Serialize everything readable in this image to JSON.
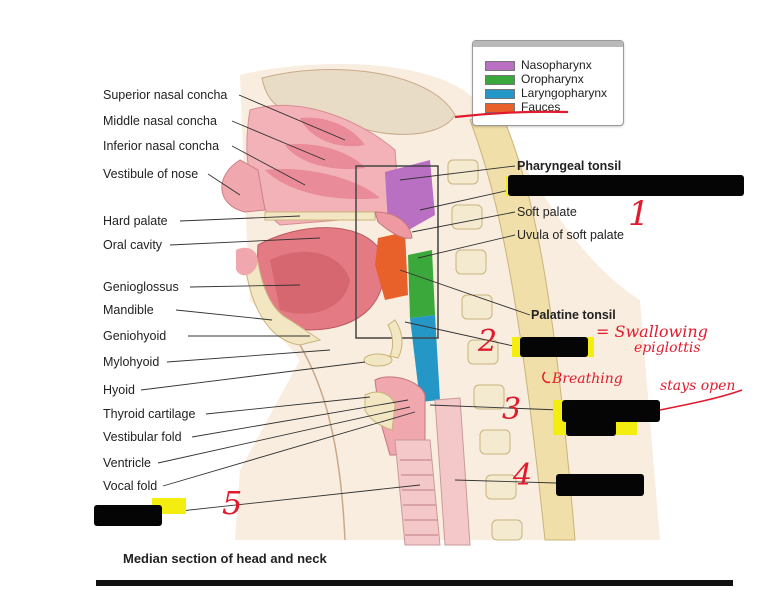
{
  "legend": {
    "items": [
      {
        "label": "Nasopharynx",
        "color": "#b96fc2"
      },
      {
        "label": "Oropharynx",
        "color": "#3aa83a"
      },
      {
        "label": "Laryngopharynx",
        "color": "#2497c6"
      },
      {
        "label": "Fauces",
        "color": "#e8602a"
      }
    ]
  },
  "labels_left": {
    "superior_nasal_concha": "Superior nasal concha",
    "middle_nasal_concha": "Middle nasal concha",
    "inferior_nasal_concha": "Inferior nasal concha",
    "vestibule_of_nose": "Vestibule of nose",
    "hard_palate": "Hard palate",
    "oral_cavity": "Oral cavity",
    "genioglossus": "Genioglossus",
    "mandible": "Mandible",
    "geniohyoid": "Geniohyoid",
    "mylohyoid": "Mylohyoid",
    "hyoid": "Hyoid",
    "thyroid_cartilage": "Thyroid cartilage",
    "vestibular_fold": "Vestibular fold",
    "ventricle": "Ventricle",
    "vocal_fold": "Vocal fold"
  },
  "labels_right": {
    "pharyngeal_tonsil": "Pharyngeal tonsil",
    "soft_palate": "Soft palate",
    "uvula": "Uvula of soft palate",
    "palatine_tonsil": "Palatine tonsil"
  },
  "caption": "Median section of head and neck",
  "handwriting": {
    "n1": "1",
    "n2": "2",
    "n3": "3",
    "n4": "4",
    "n5": "5",
    "note_line1": "= Swallowing",
    "note_line2": "epiglottis",
    "note_line3": "Breathing",
    "note_line4": "stays open"
  },
  "colors": {
    "annotation_red": "#e11b2d",
    "highlighter": "#f4ee10",
    "redaction": "#050505"
  }
}
